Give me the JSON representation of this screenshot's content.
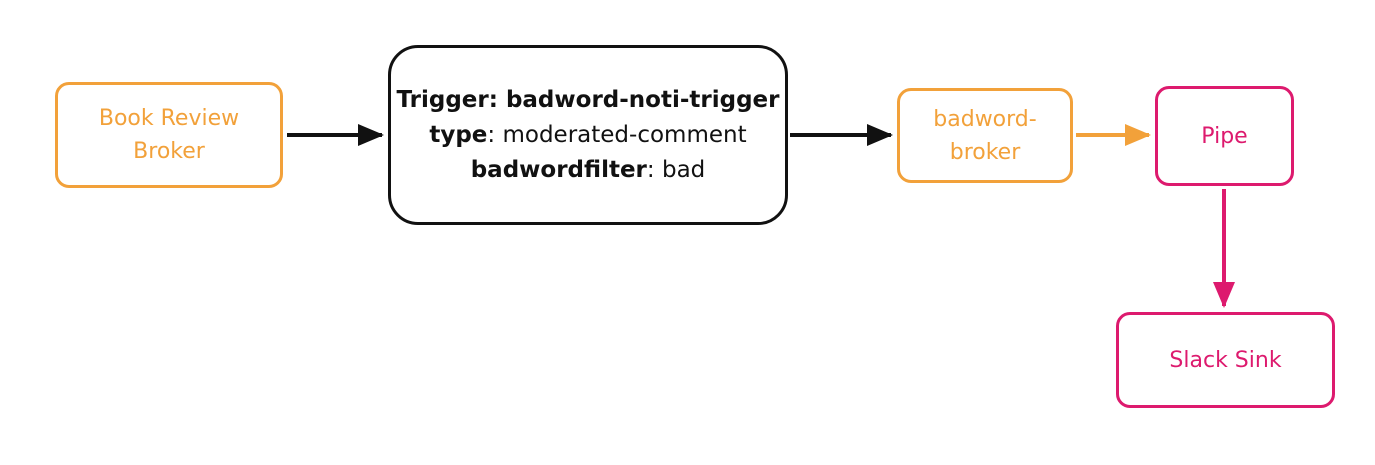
{
  "diagram": {
    "colors": {
      "orange": "#F2A13A",
      "pink": "#DD1A6E",
      "black": "#111111"
    },
    "nodes": {
      "book_review_broker": {
        "line1": "Book Review",
        "line2": "Broker"
      },
      "trigger": {
        "line1": "Trigger: badword-noti-trigger",
        "line2_key": "type",
        "line2_value": ": moderated-comment",
        "line3_key": "badwordfilter",
        "line3_value": ": bad"
      },
      "badword_broker": {
        "line1": "badword-",
        "line2": "broker"
      },
      "pipe": {
        "label": "Pipe"
      },
      "slack_sink": {
        "label": "Slack Sink"
      }
    }
  }
}
